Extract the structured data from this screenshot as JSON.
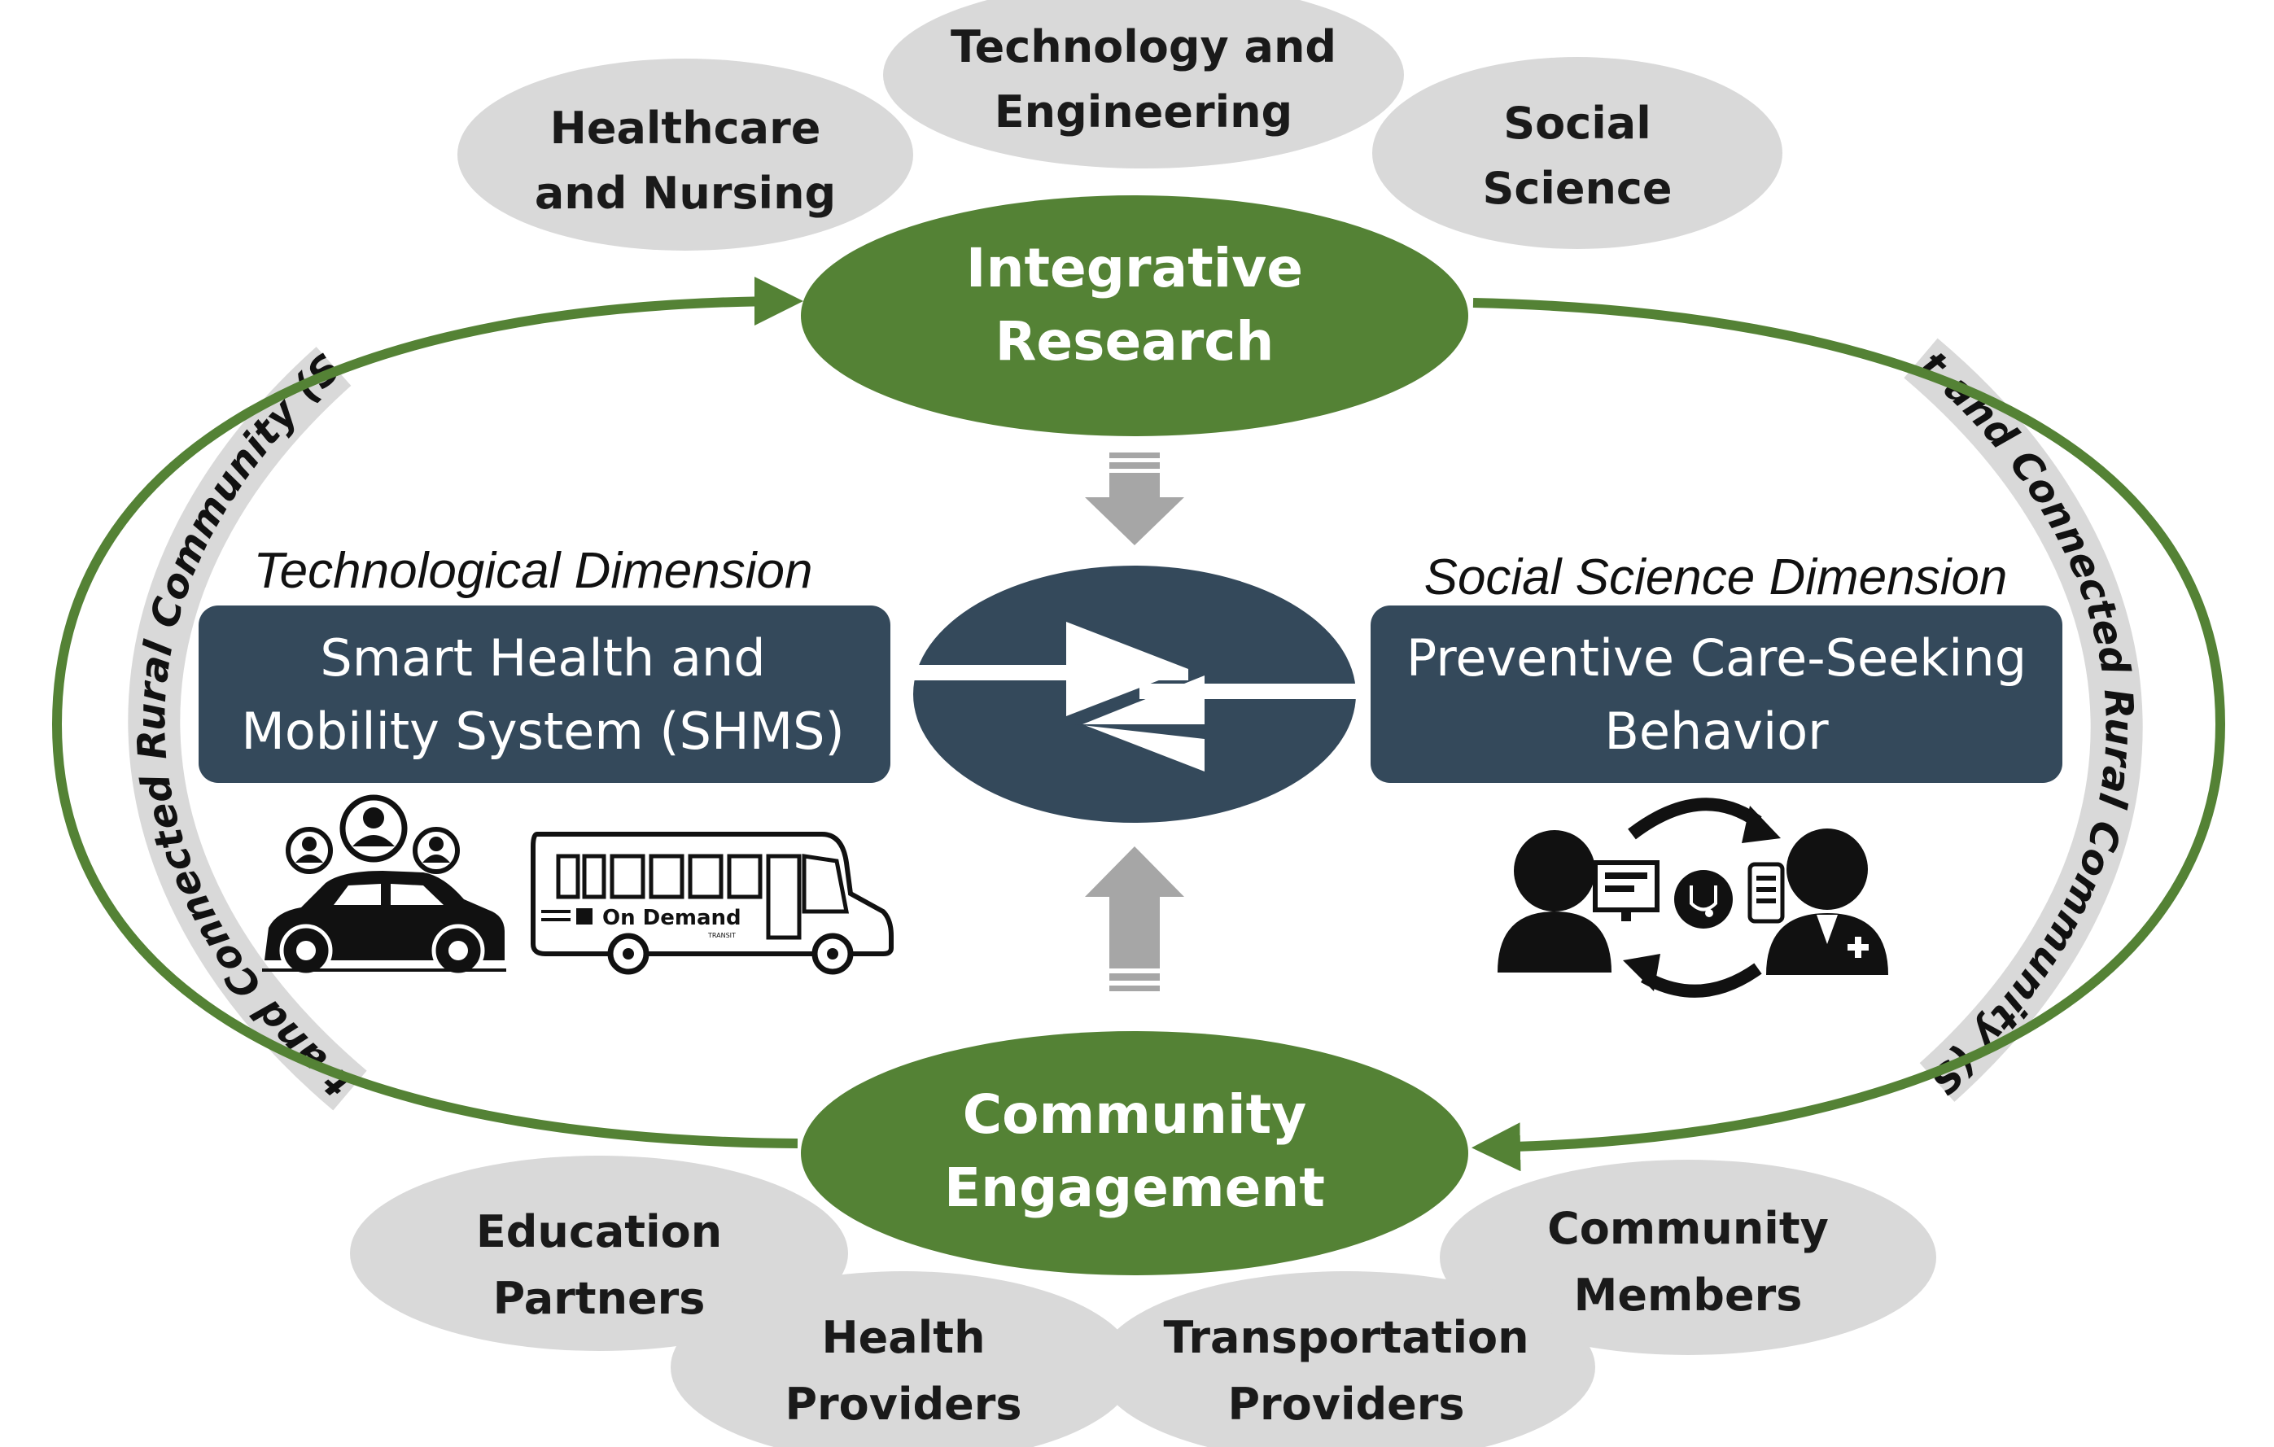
{
  "hubs": {
    "top": {
      "line1": "Integrative",
      "line2": "Research"
    },
    "bottom": {
      "line1": "Community",
      "line2": "Engagement"
    }
  },
  "disciplines": [
    {
      "line1": "Healthcare",
      "line2": "and Nursing"
    },
    {
      "line1": "Technology and",
      "line2": "Engineering"
    },
    {
      "line1": "Social",
      "line2": "Science"
    }
  ],
  "partners": [
    {
      "line1": "Education",
      "line2": "Partners"
    },
    {
      "line1": "Health",
      "line2": "Providers"
    },
    {
      "line1": "Transportation",
      "line2": "Providers"
    },
    {
      "line1": "Community",
      "line2": "Members"
    }
  ],
  "left_dimension": {
    "label": "Technological Dimension",
    "line1": "Smart Health and",
    "line2": "Mobility System (SHMS)"
  },
  "right_dimension": {
    "label": "Social Science Dimension",
    "line1": "Preventive Care-Seeking",
    "line2": "Behavior"
  },
  "ring_label": "Smart and Connected Rural Community (SCRC)",
  "bus_text": "On Demand",
  "bus_subtext": "TRANSIT",
  "colors": {
    "green": "#548235",
    "navy": "#34495b",
    "bubble": "#d9d9d9",
    "arrow_gray": "#a6a6a6"
  }
}
